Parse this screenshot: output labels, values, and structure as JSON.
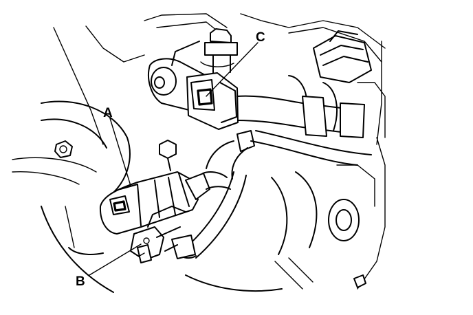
{
  "callouts": [
    {
      "id": "A",
      "text": "A"
    },
    {
      "id": "B",
      "text": "B"
    },
    {
      "id": "C",
      "text": "C"
    }
  ]
}
